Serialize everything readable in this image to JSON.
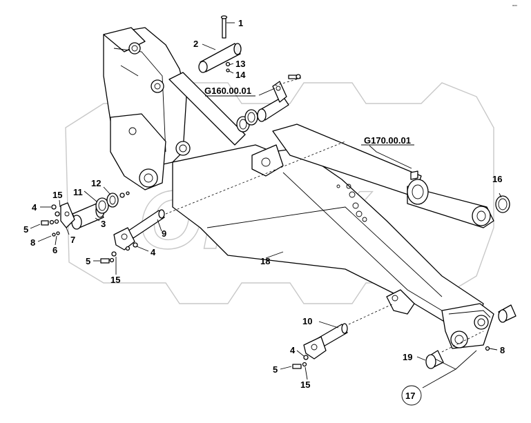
{
  "watermark": "OPEX",
  "corner_mark": "ooo",
  "callouts": [
    {
      "id": "c1",
      "text": "1"
    },
    {
      "id": "c2",
      "text": "2"
    },
    {
      "id": "c13",
      "text": "13"
    },
    {
      "id": "c14",
      "text": "14"
    },
    {
      "id": "c3",
      "text": "3"
    },
    {
      "id": "c4a",
      "text": "4"
    },
    {
      "id": "c4b",
      "text": "4"
    },
    {
      "id": "c4c",
      "text": "4"
    },
    {
      "id": "c5a",
      "text": "5"
    },
    {
      "id": "c5b",
      "text": "5"
    },
    {
      "id": "c5c",
      "text": "5"
    },
    {
      "id": "c6",
      "text": "6"
    },
    {
      "id": "c7",
      "text": "7"
    },
    {
      "id": "c8a",
      "text": "8"
    },
    {
      "id": "c8b",
      "text": "8"
    },
    {
      "id": "c9",
      "text": "9"
    },
    {
      "id": "c10",
      "text": "10"
    },
    {
      "id": "c11",
      "text": "11"
    },
    {
      "id": "c12",
      "text": "12"
    },
    {
      "id": "c15a",
      "text": "15"
    },
    {
      "id": "c15b",
      "text": "15"
    },
    {
      "id": "c15c",
      "text": "15"
    },
    {
      "id": "c16",
      "text": "16"
    },
    {
      "id": "c17",
      "text": "17"
    },
    {
      "id": "c18",
      "text": "18"
    },
    {
      "id": "c19",
      "text": "19"
    }
  ],
  "references": [
    {
      "id": "g160",
      "text": "G160.00.01"
    },
    {
      "id": "g170",
      "text": "G170.00.01"
    }
  ]
}
